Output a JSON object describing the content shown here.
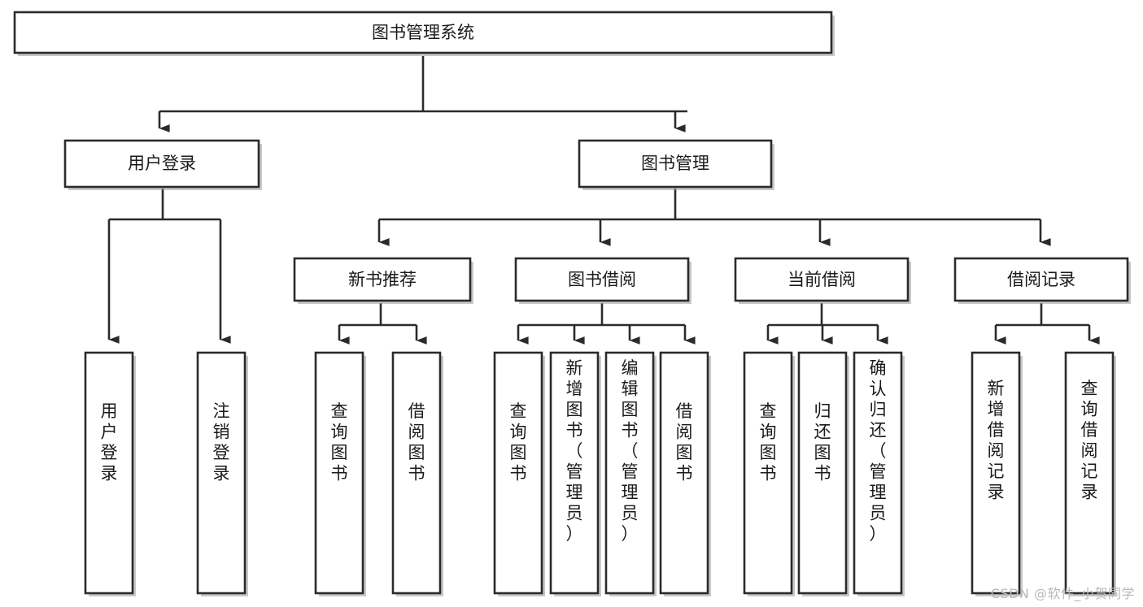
{
  "diagram": {
    "title": "图书管理系统",
    "type": "hierarchy-tree",
    "background_color": "#ffffff",
    "line_color": "#2b2b2b",
    "text_color": "#1a1a1a",
    "root": {
      "id": "root",
      "label": "图书管理系统",
      "orientation": "horizontal"
    },
    "level2": [
      {
        "id": "user-login",
        "label": "用户登录",
        "orientation": "horizontal"
      },
      {
        "id": "book-manage",
        "label": "图书管理",
        "orientation": "horizontal"
      }
    ],
    "level3": [
      {
        "id": "new-book-recommend",
        "label": "新书推荐",
        "orientation": "horizontal",
        "parent": "book-manage"
      },
      {
        "id": "book-borrow",
        "label": "图书借阅",
        "orientation": "horizontal",
        "parent": "book-manage"
      },
      {
        "id": "current-borrow",
        "label": "当前借阅",
        "orientation": "horizontal",
        "parent": "book-manage"
      },
      {
        "id": "borrow-record",
        "label": "借阅记录",
        "orientation": "horizontal",
        "parent": "book-manage"
      }
    ],
    "leaves": [
      {
        "id": "leaf-user-login",
        "label": "用户登录",
        "parent": "user-login",
        "orientation": "vertical"
      },
      {
        "id": "leaf-user-logout",
        "label": "注销登录",
        "parent": "user-login",
        "orientation": "vertical"
      },
      {
        "id": "leaf-query-book-1",
        "label": "查询图书",
        "parent": "new-book-recommend",
        "orientation": "vertical"
      },
      {
        "id": "leaf-borrow-book-1",
        "label": "借阅图书",
        "parent": "new-book-recommend",
        "orientation": "vertical"
      },
      {
        "id": "leaf-query-book-2",
        "label": "查询图书",
        "parent": "book-borrow",
        "orientation": "vertical"
      },
      {
        "id": "leaf-add-book",
        "label": "新增图书（管理员）",
        "parent": "book-borrow",
        "orientation": "vertical"
      },
      {
        "id": "leaf-edit-book",
        "label": "编辑图书（管理员）",
        "parent": "book-borrow",
        "orientation": "vertical"
      },
      {
        "id": "leaf-borrow-book-2",
        "label": "借阅图书",
        "parent": "book-borrow",
        "orientation": "vertical"
      },
      {
        "id": "leaf-query-book-3",
        "label": "查询图书",
        "parent": "current-borrow",
        "orientation": "vertical"
      },
      {
        "id": "leaf-return-book",
        "label": "归还图书",
        "parent": "current-borrow",
        "orientation": "vertical"
      },
      {
        "id": "leaf-confirm-return",
        "label": "确认归还（管理员）",
        "parent": "current-borrow",
        "orientation": "vertical"
      },
      {
        "id": "leaf-add-record",
        "label": "新增借阅记录",
        "parent": "borrow-record",
        "orientation": "vertical"
      },
      {
        "id": "leaf-query-record",
        "label": "查询借阅记录",
        "parent": "borrow-record",
        "orientation": "vertical"
      }
    ]
  },
  "watermark": {
    "text": "CSDN @软件_小贺同学"
  }
}
